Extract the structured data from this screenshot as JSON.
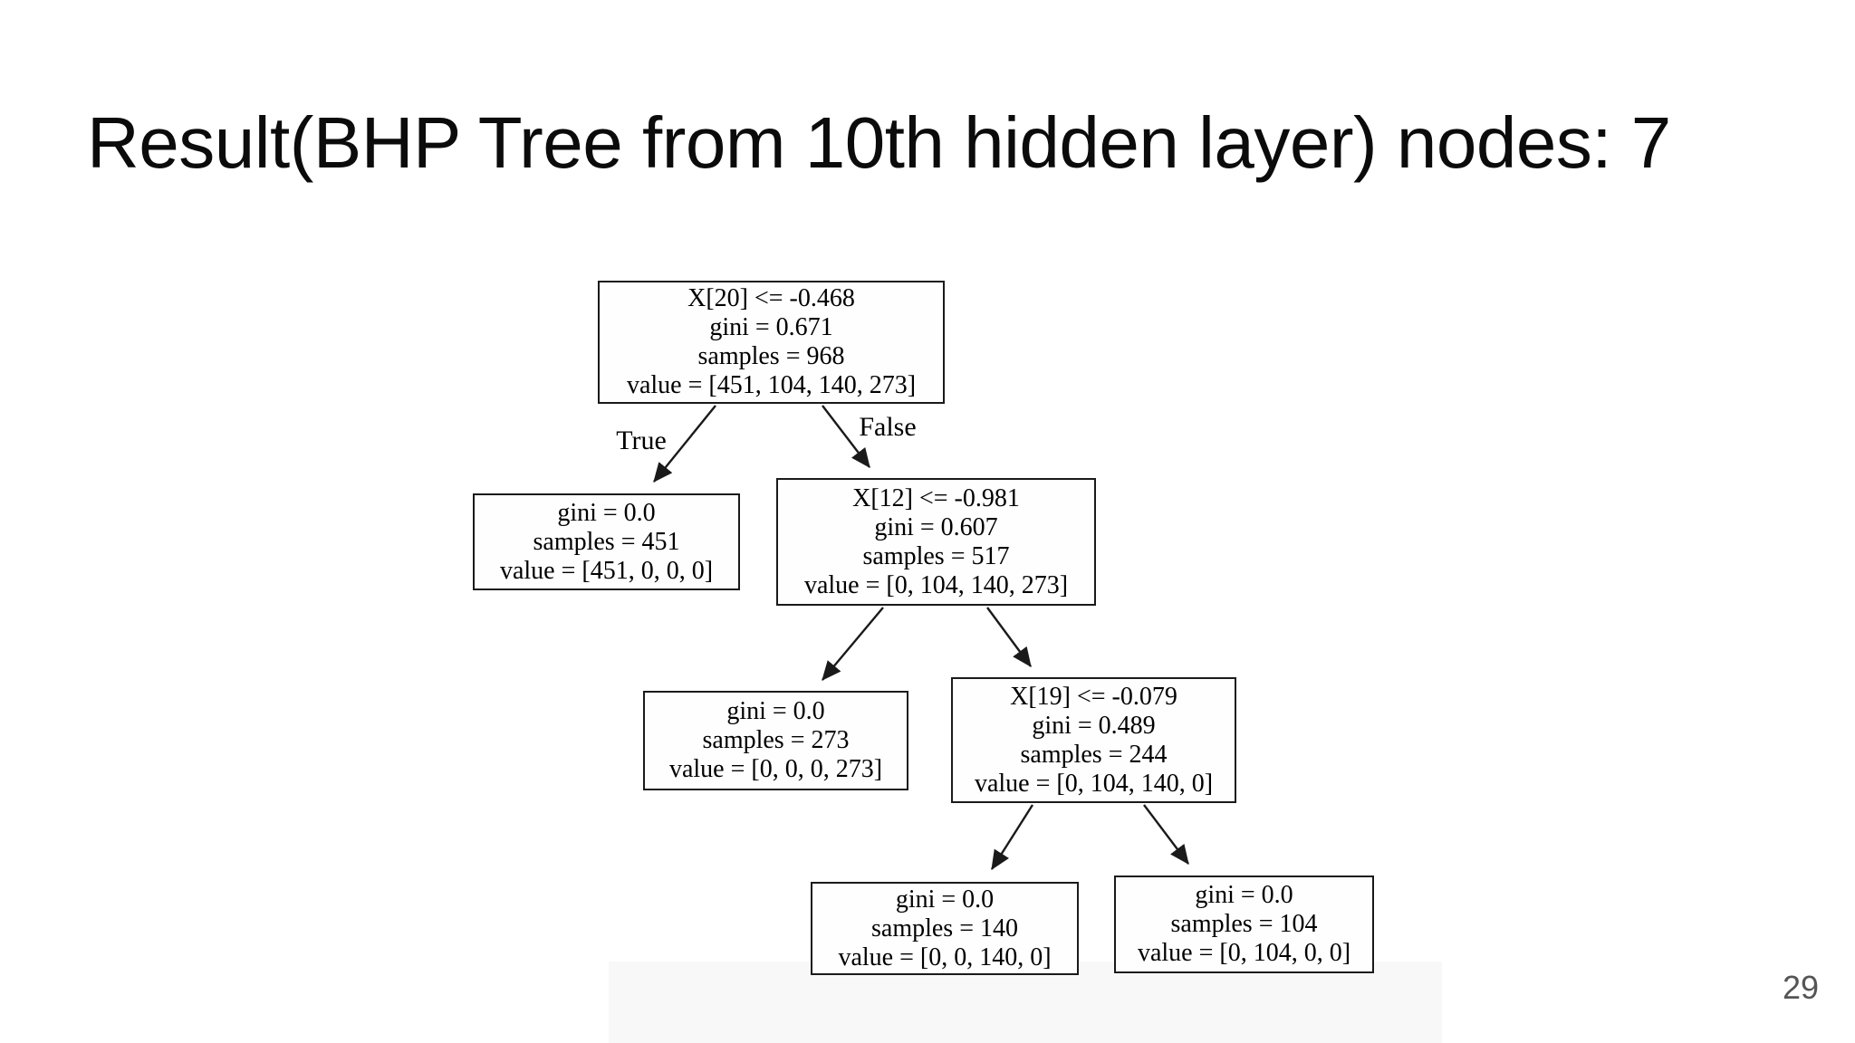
{
  "slide": {
    "title": "Result(BHP Tree from 10th hidden layer) nodes: 7",
    "page_number": "29"
  },
  "tree": {
    "type": "decision-tree",
    "node_count_shown_in_title": 7,
    "edge_labels": {
      "left": "True",
      "right": "False"
    },
    "nodes": [
      {
        "id": "root",
        "lines": [
          "X[20] <= -0.468",
          "gini = 0.671",
          "samples = 968",
          "value = [451, 104, 140, 273]"
        ]
      },
      {
        "id": "leaf-451",
        "lines": [
          "gini = 0.0",
          "samples = 451",
          "value = [451, 0, 0, 0]"
        ]
      },
      {
        "id": "split-x12",
        "lines": [
          "X[12] <= -0.981",
          "gini = 0.607",
          "samples = 517",
          "value = [0, 104, 140, 273]"
        ]
      },
      {
        "id": "leaf-273",
        "lines": [
          "gini = 0.0",
          "samples = 273",
          "value = [0, 0, 0, 273]"
        ]
      },
      {
        "id": "split-x19",
        "lines": [
          "X[19] <= -0.079",
          "gini = 0.489",
          "samples = 244",
          "value = [0, 104, 140, 0]"
        ]
      },
      {
        "id": "leaf-140",
        "lines": [
          "gini = 0.0",
          "samples = 140",
          "value = [0, 0, 140, 0]"
        ]
      },
      {
        "id": "leaf-104",
        "lines": [
          "gini = 0.0",
          "samples = 104",
          "value = [0, 104, 0, 0]"
        ]
      }
    ]
  },
  "colors": {
    "slide_background": "#ffffff",
    "title_text": "#0b0b0b",
    "node_border": "#1a1a1a",
    "node_text": "#000000",
    "edge_line": "#1a1a1a",
    "page_number": "#555555"
  }
}
